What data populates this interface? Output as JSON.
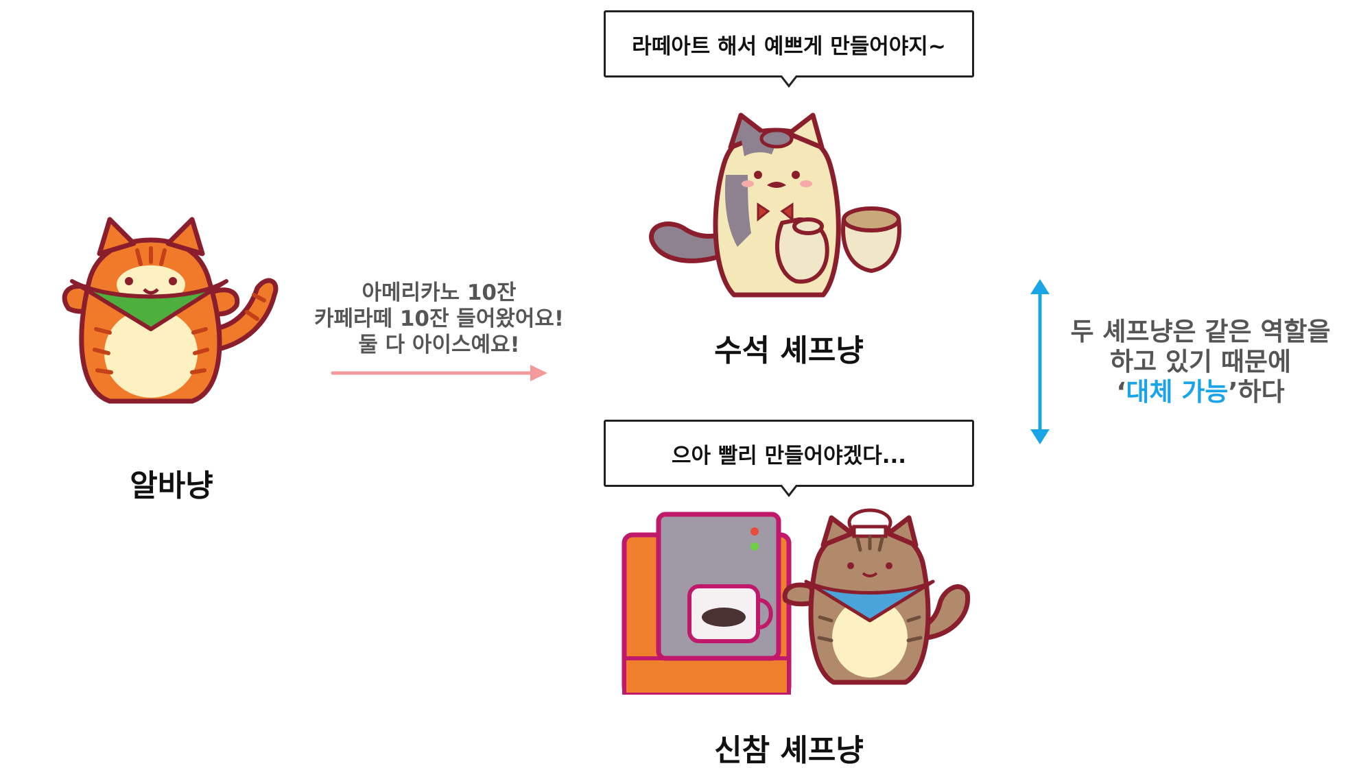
{
  "alba": {
    "name": "알바냥"
  },
  "order": {
    "lines": [
      "아메리카노 10잔",
      "카페라떼 10잔 들어왔어요!",
      "둘 다 아이스예요!"
    ]
  },
  "head_chef": {
    "name": "수석 셰프냥",
    "speech": "라떼아트 해서 예쁘게 만들어야지~"
  },
  "new_chef": {
    "name": "신참 셰프냥",
    "speech": "으아 빨리 만들어야겠다..."
  },
  "note": {
    "line1": "두 셰프냥은 같은 역할을",
    "line2": "하고 있기 때문에",
    "open_quote": "‘",
    "highlight": "대체 가능",
    "close_quote": "’",
    "suffix": "하다"
  },
  "colors": {
    "order_arrow": "#f59a9a",
    "swap_arrow": "#1aa6e6",
    "highlight": "#19a3e8"
  },
  "icons": [
    "orange-cat-icon",
    "calico-cat-icon",
    "tabby-cat-icon",
    "coffee-machine-icon"
  ]
}
